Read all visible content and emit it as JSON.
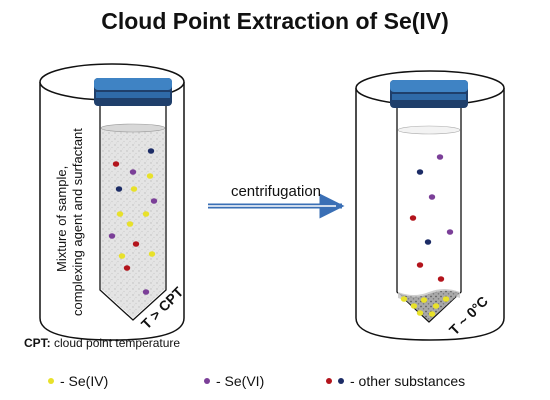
{
  "title": "Cloud Point Extraction of Se(IV)",
  "left_tube": {
    "label_line1": "Mixture of sample,",
    "label_line2": "complexing agent and surfactant",
    "temp_label": "T > CPT"
  },
  "arrow_label": "centrifugation",
  "right_tube": {
    "temp_label": "T ~ 0°C"
  },
  "cpt_note": {
    "abbr": "CPT:",
    "text": "cloud point temperature"
  },
  "legend": {
    "se4": "- Se(IV)",
    "se6": "- Se(VI)",
    "other": "- other substances"
  },
  "colors": {
    "se4": "#e8e12a",
    "se6": "#7b3f98",
    "other_red": "#b3141c",
    "other_blue": "#1c2c66",
    "cap": "#3f83c4",
    "cap_dark": "#1f3f6b"
  }
}
